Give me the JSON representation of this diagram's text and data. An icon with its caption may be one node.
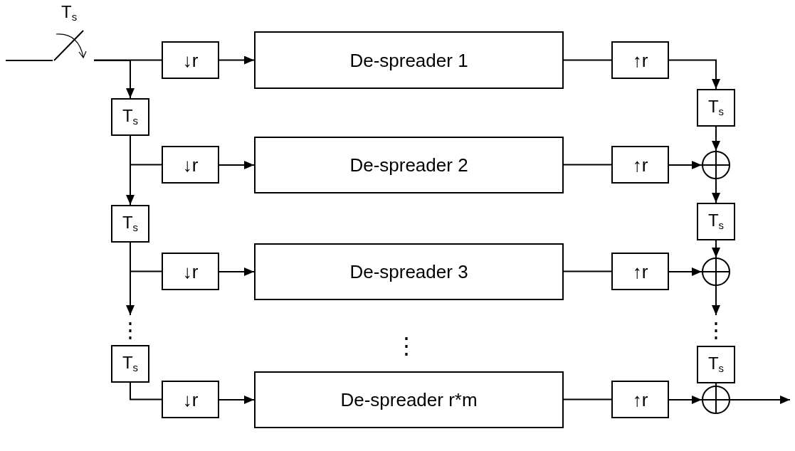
{
  "diagram": {
    "nodes": [
      {
        "text": [],
        "shape": "switch",
        "beside": [
          "T$_{s}$"
        ]
      },
      {
        "text": [
          "↓r"
        ]
      },
      {
        "text": [
          "De-spreader 1"
        ]
      },
      {
        "text": [
          "↑r"
        ]
      },
      {
        "text": [
          "T$_{s}$"
        ]
      },
      {
        "text": [
          "↓r"
        ]
      },
      {
        "text": [
          "De-spreader 2"
        ]
      },
      {
        "text": [
          "↑r"
        ]
      },
      {
        "text": [
          "T$_{s}$"
        ]
      },
      {
        "text": [],
        "shape": "circle"
      },
      {
        "text": [
          "T$_{s}$"
        ]
      },
      {
        "text": [
          "↓r"
        ]
      },
      {
        "text": [
          "De-spreader 3"
        ]
      },
      {
        "text": [
          "↑r"
        ]
      },
      {
        "text": [
          "T$_{s}$"
        ]
      },
      {
        "text": [],
        "shape": "circle"
      },
      {
        "text": [
          "T$_{s}$"
        ]
      },
      {
        "text": [
          "↓r"
        ]
      },
      {
        "text": [
          "De-spreader r*m"
        ]
      },
      {
        "text": [
          "↑r"
        ]
      },
      {
        "text": [
          "T$_{s}$"
        ]
      },
      {
        "text": [],
        "shape": "circle"
      },
      {
        "text": [
          "⋮"
        ]
      },
      {
        "text": [
          "⋮"
        ]
      }
    ],
    "labels": [
      "⋮"
    ],
    "edges": [
      {
        "from": null,
        "to": 0,
        "arrow": "none"
      },
      {
        "from": 0,
        "to": 1,
        "arrow": "none"
      },
      {
        "from": 0,
        "to": 4,
        "arrow": "to"
      },
      {
        "from": 1,
        "to": 2,
        "arrow": "to"
      },
      {
        "from": 2,
        "to": 3,
        "arrow": "none"
      },
      {
        "from": 3,
        "to": 8,
        "arrow": "to"
      },
      {
        "from": 4,
        "to": 5,
        "arrow": "none"
      },
      {
        "from": 4,
        "to": 10,
        "arrow": "to"
      },
      {
        "from": 5,
        "to": 6,
        "arrow": "to"
      },
      {
        "from": 6,
        "to": 7,
        "arrow": "none"
      },
      {
        "from": 7,
        "to": 9,
        "arrow": "to"
      },
      {
        "from": 8,
        "to": 9,
        "arrow": "to"
      },
      {
        "from": 9,
        "to": 14,
        "arrow": "to"
      },
      {
        "from": 10,
        "to": 11,
        "arrow": "none"
      },
      {
        "from": 10,
        "to": 22,
        "arrow": "to"
      },
      {
        "from": 11,
        "to": 12,
        "arrow": "to"
      },
      {
        "from": 12,
        "to": 13,
        "arrow": "none"
      },
      {
        "from": 13,
        "to": 15,
        "arrow": "to"
      },
      {
        "from": 14,
        "to": 15,
        "arrow": "to"
      },
      {
        "from": 15,
        "to": 23,
        "arrow": "to"
      },
      {
        "from": 16,
        "to": 17,
        "arrow": "none"
      },
      {
        "from": 17,
        "to": 18,
        "arrow": "to"
      },
      {
        "from": 18,
        "to": 19,
        "arrow": "none"
      },
      {
        "from": 19,
        "to": 21,
        "arrow": "to"
      },
      {
        "from": 20,
        "to": 21,
        "arrow": "to"
      },
      {
        "from": 21,
        "to": null,
        "arrow": "to"
      }
    ]
  }
}
